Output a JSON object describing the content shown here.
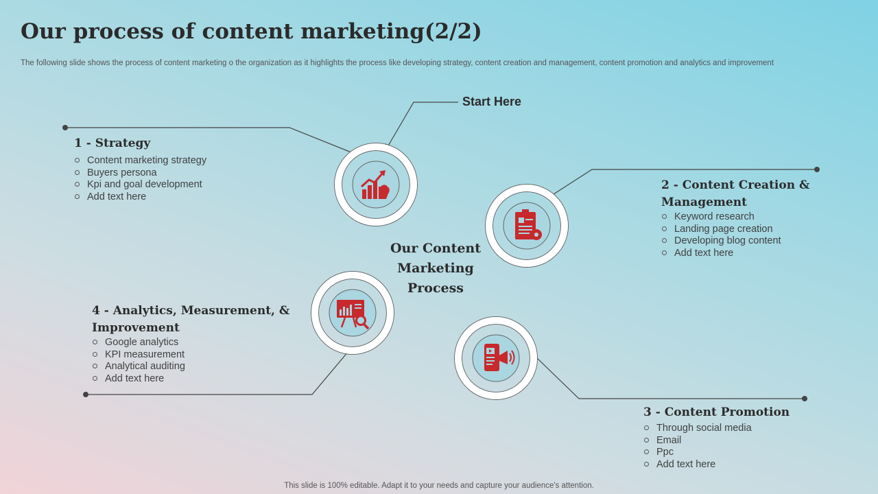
{
  "title": "Our process of  content marketing(2/2)",
  "subtitle": "The following slide shows the process of content marketing o the organization as it highlights the process like developing strategy, content creation and management, content promotion and analytics and improvement",
  "start_label": "Start Here",
  "center_label": "Our Content Marketing Process",
  "footer": "This slide is 100% editable. Adapt it to your needs and capture your audience's attention.",
  "accent_color": "#c8292d",
  "steps": [
    {
      "heading": "1 - Strategy",
      "icon": "growth-chart-hand-icon",
      "items": [
        "Content marketing strategy",
        "Buyers persona",
        "Kpi and goal development",
        "Add text here"
      ]
    },
    {
      "heading": "2 - Content Creation & Management",
      "icon": "clipboard-gear-icon",
      "items": [
        "Keyword research",
        "Landing page creation",
        "Developing blog content",
        "Add text here"
      ]
    },
    {
      "heading": "3 - Content Promotion",
      "icon": "mobile-megaphone-icon",
      "items": [
        "Through social media",
        "Email",
        "Ppc",
        "Add text here"
      ]
    },
    {
      "heading": "4 - Analytics, Measurement, & Improvement",
      "icon": "presentation-magnifier-icon",
      "items": [
        "Google analytics",
        "KPI measurement",
        "Analytical auditing",
        "Add text here"
      ]
    }
  ]
}
